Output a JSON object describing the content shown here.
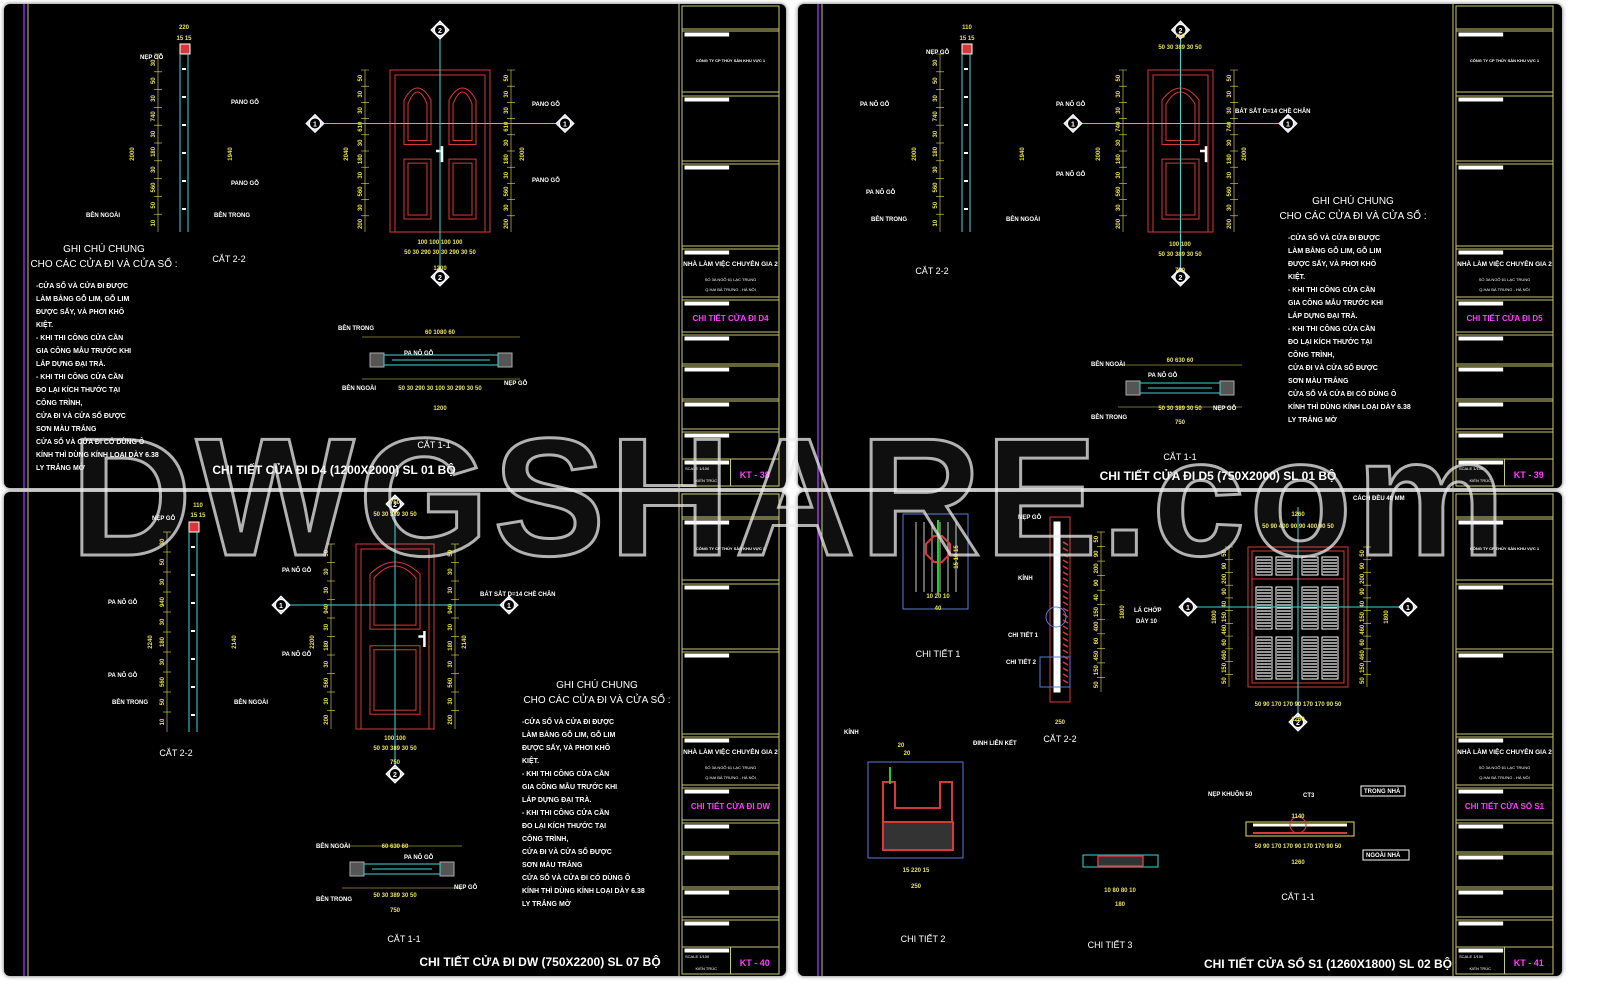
{
  "watermark": "DWGSHARE.com",
  "colors": {
    "background": "#000000",
    "frame": "#d9383a",
    "axis": "#3fd6d6",
    "dimension": "#e8e05a",
    "text": "#ffffff",
    "sheet_title": "#ff40ff",
    "title_block": "#c8c870",
    "border": "#a020f0"
  },
  "axes": [
    "1",
    "2"
  ],
  "notes": {
    "heading1": "GHI CHÚ CHUNG",
    "heading2": "CHO CÁC CỬA ĐI VÀ CỬA SỔ :",
    "lines": [
      "-CỬA SỔ VÀ CỬA ĐI ĐƯỢC",
      "LÀM BẰNG GỖ LIM, GỖ LIM",
      "ĐƯỢC SẤY, VÀ PHƠI KHÔ",
      "KIỆT.",
      "- KHI THI CÔNG CỬA CẦN",
      "GIA CÔNG MẪU TRƯỚC KHI",
      "LẮP DỰNG ĐẠI TRÀ.",
      "- KHI THI CÔNG CỬA CẦN",
      "ĐO LẠI KÍCH THƯỚC TẠI",
      "CÔNG TRÌNH,",
      "CỬA ĐI VÀ CỬA SỔ ĐƯỢC",
      "SƠN MÀU TRẮNG",
      " CỬA SỔ VÀ CỬA ĐI CÓ DÙNG Ô",
      "KÍNH THÌ DÙNG KÍNH LOẠI DÀY 6.38",
      "LY TRẮNG MỜ"
    ]
  },
  "title_block": {
    "company": "CÔNG TY CP THỦY SẢN KHU VỰC 1",
    "project": "NHÀ LÀM VIỆC CHUYÊN GIA 2",
    "address1": "SỐ 3A NGÕ 61 LẠC TRUNG",
    "address2": "Q.HAI BÀ TRƯNG - HÀ NỘI",
    "scale": "SCALE 1/100",
    "discipline": "KIẾN TRÚC"
  },
  "panels": [
    {
      "title": "CHI TIẾT CỬA ĐI D4 (1200X2000) SL 01 BỘ",
      "sheet_title": "CHI TIẾT CỬA ĐI D4",
      "sheet_no": "KT - 38",
      "labels": [
        "NẸP GỖ",
        "PANO GỖ",
        "PANO GỖ",
        "BÊN NGOÀI",
        "BÊN TRONG",
        "CẮT 2-2",
        "PANO GỖ",
        "PANO GỖ",
        "BÊN TRONG",
        "BÊN NGOÀI",
        "PA NÔ GỖ",
        "NẸP GỖ",
        "CẮT 1-1"
      ],
      "dims": [
        "220",
        "15  15",
        "2000",
        "1940",
        "2040",
        "2000",
        "100      100 100      100",
        "50 30  290  30   30  290  30 50",
        "1200",
        "60          1080          60",
        "50 30 290 30 100 30 290 30 50",
        "1200"
      ],
      "left_stack": [
        "50",
        "30",
        "30",
        "610",
        "30",
        "180",
        "30",
        "560",
        "30",
        "200"
      ],
      "section_stack": [
        "30",
        "50",
        "30",
        "740",
        "30",
        "180",
        "30",
        "560",
        "50",
        "10"
      ]
    },
    {
      "title": "CHI TIẾT CỬA ĐI D5 (750X2000) SL 01 BỘ",
      "sheet_title": "CHI TIẾT CỬA ĐI D5",
      "sheet_no": "KT - 39",
      "labels": [
        "NẸP GỖ",
        "PA NÔ GỖ",
        "PA NÔ GỖ",
        "BÊN TRONG",
        "BÊN NGOÀI",
        "CẮT 2-2",
        "PA NÔ GỖ",
        "PA NÔ GỖ",
        "BÁT SẮT D=14 CHỀ CHÂN",
        "BÊN NGOÀI",
        "BÊN TRONG",
        "PA NÔ GỖ",
        "NẸP GỖ",
        "CẮT 1-1"
      ],
      "dims": [
        "110",
        "15  15",
        "2000",
        "1940",
        "2000",
        "2000",
        "750",
        "50 30  389  30 50",
        "100        100",
        "50 30  389  30 50",
        "750",
        "60    630    60",
        "50 30  389  30 50",
        "750"
      ],
      "left_stack": [
        "50",
        "30",
        "30",
        "740",
        "30",
        "180",
        "30",
        "560",
        "30",
        "200"
      ],
      "section_stack": [
        "30",
        "50",
        "30",
        "740",
        "30",
        "180",
        "30",
        "560",
        "50",
        "10"
      ]
    },
    {
      "title": "CHI TIẾT CỬA ĐI DW (750X2200) SL 07 BỘ",
      "sheet_title": "CHI TIẾT CỬA ĐI DW",
      "sheet_no": "KT - 40",
      "labels": [
        "NẸP GỖ",
        "PA NÔ GỖ",
        "PA NÔ GỖ",
        "BÊN TRONG",
        "BÊN NGOÀI",
        "CẮT 2-2",
        "PA NÔ GỖ",
        "PA NÔ GỖ",
        "BÁT SẮT D=14 CHỀ CHÂN",
        "BÊN NGOÀI",
        "BÊN TRONG",
        "PA NÔ GỖ",
        "NẸP GỖ",
        "CẮT 1-1"
      ],
      "dims": [
        "110",
        "15  15",
        "2240",
        "2140",
        "2200",
        "2140",
        "750",
        "50 30  389  30 50",
        "100        100",
        "50 30  389  30 50",
        "750",
        "60    630    60",
        "50 30  389  30 50",
        "750"
      ],
      "left_stack": [
        "50",
        "30",
        "30",
        "940",
        "30",
        "180",
        "30",
        "560",
        "30",
        "200"
      ],
      "section_stack": [
        "30",
        "50",
        "30",
        "940",
        "30",
        "180",
        "30",
        "560",
        "50",
        "10"
      ]
    },
    {
      "title": "CHI TIẾT CỬA SỔ S1 (1260X1800) SL 02 BỘ",
      "sheet_title": "CHI TIẾT CỬA SỔ S1",
      "sheet_no": "KT - 41",
      "labels": [
        "CHI TIẾT 1",
        "NẸP GỖ",
        "KÍNH",
        "CHI TIẾT 1",
        "CHI TIẾT 2",
        "LÁ CHỚP",
        "DÀY 10",
        "CẮT 2-2",
        "CÁCH ĐỀU 40 MM",
        "KÍNH",
        "ĐINH LIÊN KẾT",
        "CHI TIẾT 2",
        "CHI TIẾT 3",
        "NẸP KHUÔN 50",
        "CT3",
        "TRONG NHÀ",
        "NGOÀI NHÀ",
        "CẮT 1-1"
      ],
      "dims": [
        "10 20 10",
        "40",
        "250",
        "1800",
        "1260",
        "50  90    400    90 90    400   90  50",
        "50 90 170  170  90 170  170 90 50",
        "1260",
        "1800",
        "1800",
        "15    220    15",
        "250",
        "10   80    80   10",
        "180",
        "1140",
        "50 90 170  170  90 170  170 90 50",
        "1260",
        "15 10 15",
        "20",
        "20"
      ],
      "left_stack": [
        "50",
        "90",
        "200",
        "90",
        "40",
        "150",
        "460",
        "60",
        "460",
        "150",
        "50"
      ],
      "section_stack": [
        "50",
        "90",
        "200",
        "90",
        "40",
        "150",
        "400",
        "60",
        "450",
        "150",
        "50"
      ]
    }
  ]
}
